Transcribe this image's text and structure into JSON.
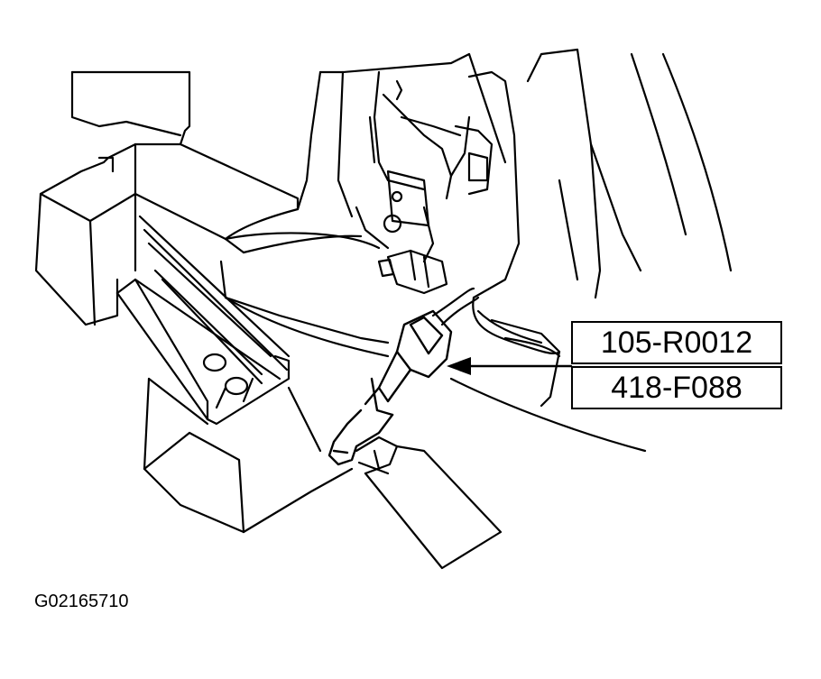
{
  "callouts": {
    "tool_number": "105-R0012",
    "part_number": "418-F088"
  },
  "figure_code": "G02165710",
  "colors": {
    "line": "#000000",
    "background": "#ffffff"
  }
}
